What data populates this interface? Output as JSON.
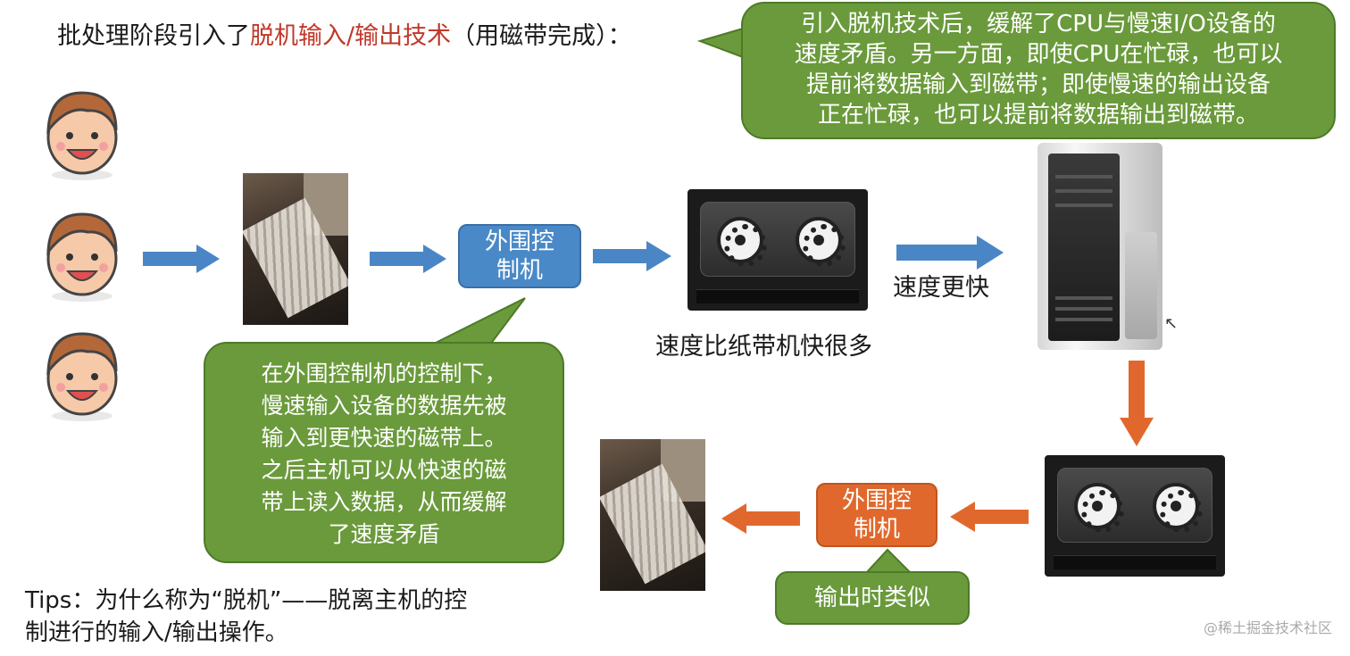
{
  "title": {
    "prefix": "批处理阶段引入了",
    "highlight": "脱机输入/输出技术",
    "suffix": "（用磁带完成）："
  },
  "bubbles": {
    "top": [
      "引入脱机技术后，缓解了CPU与慢速I/O设备的",
      "速度矛盾。另一方面，即使CPU在忙碌，也可以",
      "提前将数据输入到磁带；即使慢速的输出设备",
      "正在忙碌，也可以提前将数据输出到磁带。"
    ],
    "middle": [
      "在外围控制机的控制下，",
      "慢速输入设备的数据先被",
      "输入到更快速的磁带上。",
      "之后主机可以从快速的磁",
      "带上读入数据，从而缓解",
      "了速度矛盾"
    ],
    "bottom": "输出时类似"
  },
  "processors": {
    "input": [
      "外围控",
      "制机"
    ],
    "output": [
      "外围控",
      "制机"
    ]
  },
  "labels": {
    "tape_speed": "速度比纸带机快很多",
    "faster": "速度更快"
  },
  "tips": [
    "Tips：为什么称为“脱机”——脱离主机的控",
    "制进行的输入/输出操作。"
  ],
  "watermark": "@稀土掘金技术社区",
  "colors": {
    "highlight": "#c0392b",
    "bubble_green": "#6a9a3b",
    "proc_blue": "#4a89c8",
    "proc_orange": "#e1682c",
    "arrow_blue": "#4a86c5",
    "arrow_orange": "#e1682c"
  }
}
